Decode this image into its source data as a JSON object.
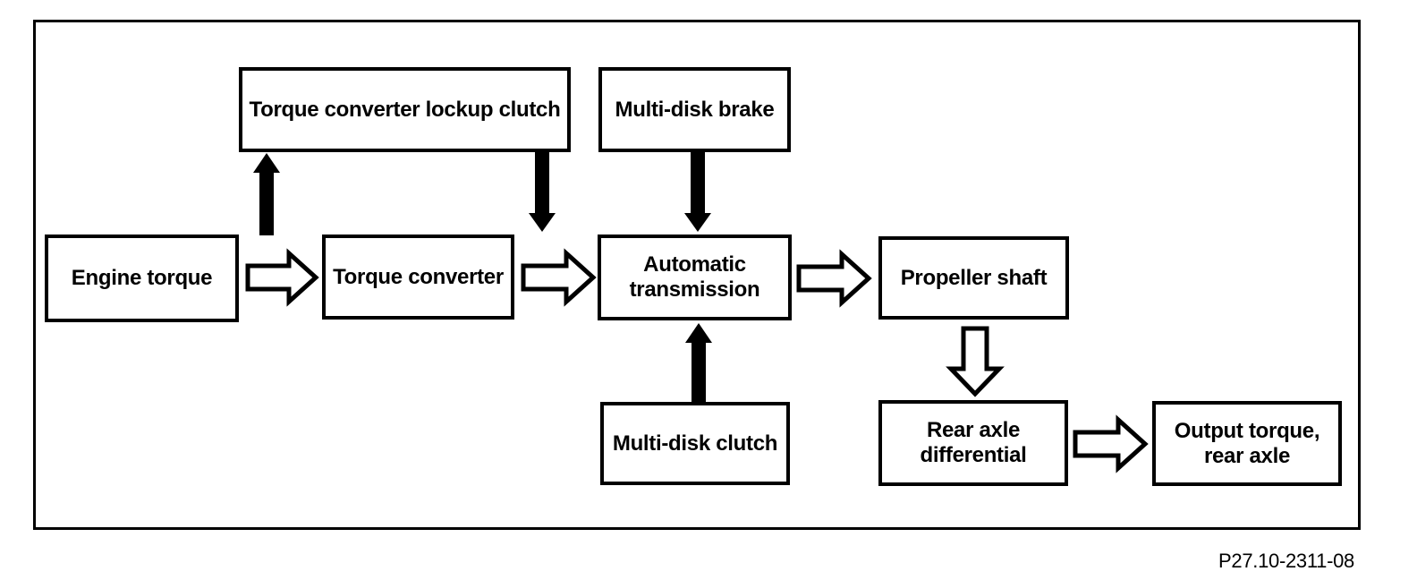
{
  "diagram": {
    "title_caption": "P27.10-2311-08",
    "colors": {
      "ink": "#000000",
      "background": "#ffffff"
    },
    "nodes": [
      {
        "id": "engine-torque",
        "label": "Engine torque"
      },
      {
        "id": "torque-converter-lockup-clutch",
        "label": "Torque converter lockup clutch"
      },
      {
        "id": "multi-disk-brake",
        "label": "Multi-disk brake"
      },
      {
        "id": "torque-converter",
        "label": "Torque converter"
      },
      {
        "id": "automatic-transmission",
        "label": "Automatic\ntransmission"
      },
      {
        "id": "propeller-shaft",
        "label": "Propeller shaft"
      },
      {
        "id": "multi-disk-clutch",
        "label": "Multi-disk clutch"
      },
      {
        "id": "rear-axle-differential",
        "label": "Rear axle\ndifferential"
      },
      {
        "id": "output-torque-rear-axle",
        "label": "Output torque,\nrear axle"
      }
    ],
    "edges": [
      {
        "from": "engine-torque",
        "to": "torque-converter",
        "style": "hollow-right"
      },
      {
        "from": "engine-torque",
        "to": "torque-converter-lockup-clutch",
        "style": "solid-up"
      },
      {
        "from": "torque-converter-lockup-clutch",
        "to": "automatic-transmission",
        "style": "solid-down"
      },
      {
        "from": "multi-disk-brake",
        "to": "automatic-transmission",
        "style": "solid-down"
      },
      {
        "from": "torque-converter",
        "to": "automatic-transmission",
        "style": "hollow-right"
      },
      {
        "from": "multi-disk-clutch",
        "to": "automatic-transmission",
        "style": "solid-up"
      },
      {
        "from": "automatic-transmission",
        "to": "propeller-shaft",
        "style": "hollow-right"
      },
      {
        "from": "propeller-shaft",
        "to": "rear-axle-differential",
        "style": "hollow-down"
      },
      {
        "from": "rear-axle-differential",
        "to": "output-torque-rear-axle",
        "style": "hollow-right"
      }
    ]
  }
}
